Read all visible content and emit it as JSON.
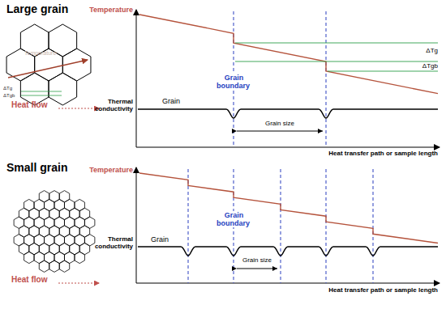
{
  "diagram": {
    "labels": [
      "Large grain",
      "Temperature",
      "ΔTg",
      "ΔTgb",
      "Heat flow",
      "Temperature",
      "Thermal conductivity",
      "Grain",
      "Grain boundary",
      "ΔTg",
      "ΔTgb",
      "Grain size",
      "Heat transfer path or sample length",
      "Small grain",
      "Heat flow",
      "Temperature",
      "Thermal conductivity",
      "Grain",
      "Grain boundary",
      "Grain size",
      "Heat transfer path or sample length"
    ]
  }
}
